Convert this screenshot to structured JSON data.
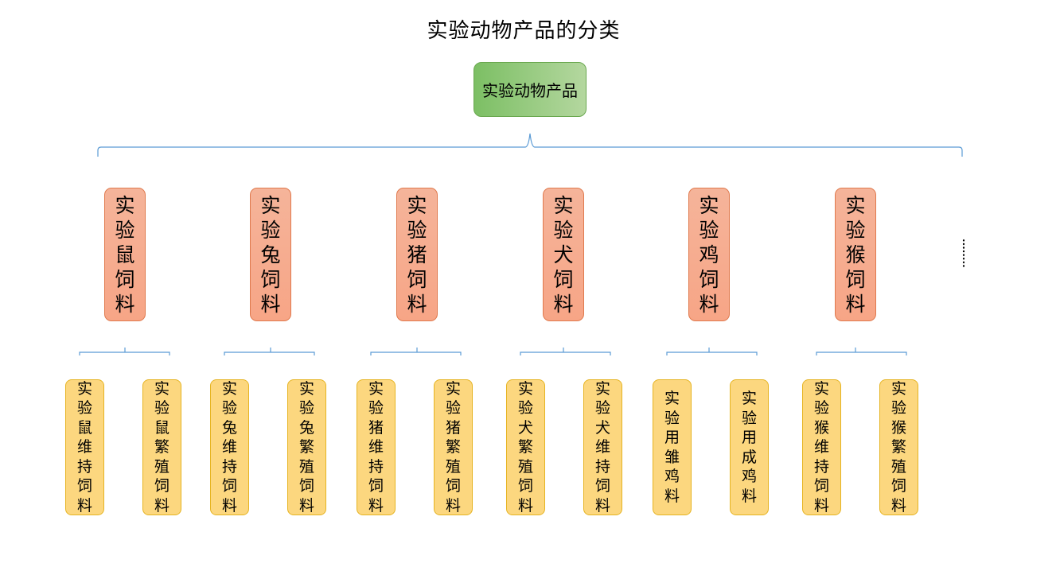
{
  "title": "实验动物产品的分类",
  "root": {
    "label": "实验动物产品"
  },
  "categories": [
    {
      "label": "实验鼠饲料",
      "children": [
        "实验鼠维持饲料",
        "实验鼠繁殖饲料"
      ]
    },
    {
      "label": "实验兔饲料",
      "children": [
        "实验兔维持饲料",
        "实验兔繁殖饲料"
      ]
    },
    {
      "label": "实验猪饲料",
      "children": [
        "实验猪维持饲料",
        "实验猪繁殖饲料"
      ]
    },
    {
      "label": "实验犬饲料",
      "children": [
        "实验犬繁殖饲料",
        "实验犬维持饲料"
      ]
    },
    {
      "label": "实验鸡饲料",
      "children": [
        "实验用雏鸡料",
        "实验用成鸡料"
      ]
    },
    {
      "label": "实验猴饲料",
      "children": [
        "实验猴维持饲料",
        "实验猴繁殖饲料"
      ]
    }
  ],
  "ellipsis": "……",
  "colors": {
    "root_fill": "#93c47d",
    "category_fill": "#f7a586",
    "leaf_fill": "#fcd77f",
    "bracket_line": "#5b9bd5"
  }
}
